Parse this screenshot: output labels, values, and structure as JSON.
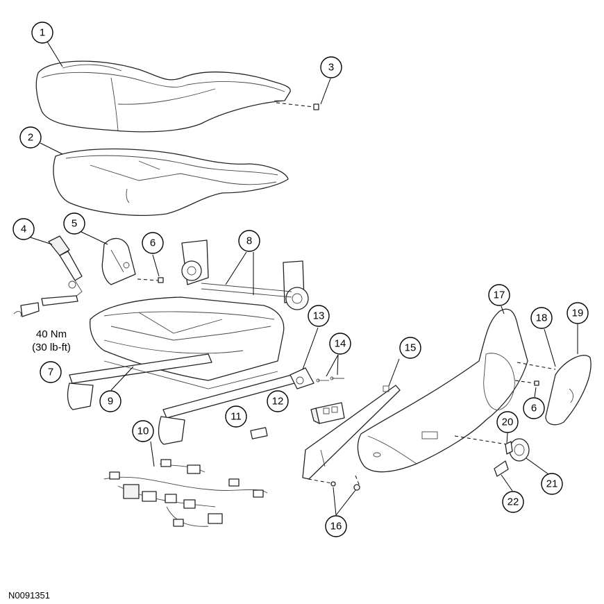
{
  "callouts": {
    "c1": "1",
    "c2": "2",
    "c3": "3",
    "c4": "4",
    "c5": "5",
    "c6a": "6",
    "c6b": "6",
    "c7": "7",
    "c8": "8",
    "c9": "9",
    "c10": "10",
    "c11": "11",
    "c12": "12",
    "c13": "13",
    "c14": "14",
    "c15": "15",
    "c16": "16",
    "c17": "17",
    "c18": "18",
    "c19": "19",
    "c20": "20",
    "c21": "21",
    "c22": "22"
  },
  "torque": {
    "line1": "40 Nm",
    "line2": "(30 lb-ft)"
  },
  "figure_id": "N0091351"
}
